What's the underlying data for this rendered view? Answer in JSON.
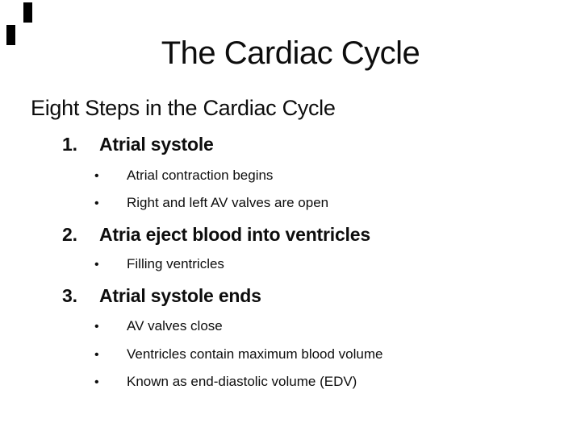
{
  "slide": {
    "title": "The Cardiac Cycle",
    "heading": "Eight Steps in the Cardiac Cycle",
    "bullet_char": "•",
    "list": {
      "items": [
        {
          "number": "1.",
          "label": "Atrial systole",
          "bullets": [
            "Atrial contraction begins",
            "Right and left AV valves are open"
          ]
        },
        {
          "number": "2.",
          "label": "Atria eject blood into ventricles",
          "bullets": [
            "Filling ventricles"
          ]
        },
        {
          "number": "3.",
          "label": "Atrial systole ends",
          "bullets": [
            "AV valves close",
            "Ventricles contain maximum blood volume",
            "Known as end-diastolic volume (EDV)"
          ]
        }
      ]
    },
    "colors": {
      "background": "#ffffff",
      "text": "#0d0d0d",
      "artifact": "#000000"
    }
  }
}
